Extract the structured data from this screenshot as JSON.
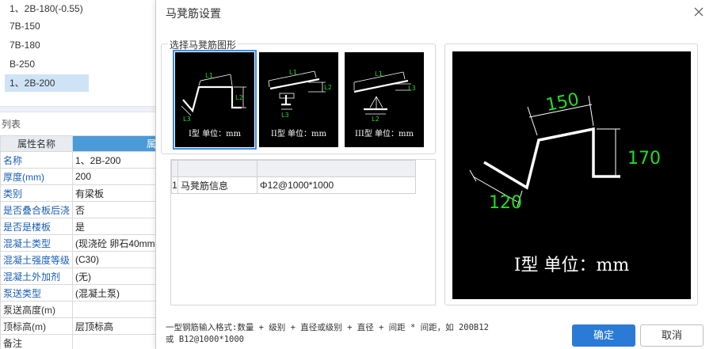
{
  "floor_list": [
    {
      "label": "1、2B-180(-0.55)",
      "selected": false
    },
    {
      "label": "7B-150",
      "selected": false
    },
    {
      "label": "7B-180",
      "selected": false
    },
    {
      "label": "B-250",
      "selected": false
    },
    {
      "label": "1、2B-200",
      "selected": true
    }
  ],
  "property_panel": {
    "title": "列表",
    "header_name": "属性名称",
    "header_value": "属",
    "rows": [
      {
        "name": "名称",
        "value": "1、2B-200"
      },
      {
        "name": "厚度(mm)",
        "value": "200"
      },
      {
        "name": "类别",
        "value": "有梁板"
      },
      {
        "name": "是否叠合板后浇",
        "value": "否"
      },
      {
        "name": "是否是楼板",
        "value": "是"
      },
      {
        "name": "混凝土类型",
        "value": "(现浇砼 卵石40mm"
      },
      {
        "name": "混凝土强度等级",
        "value": "(C30)"
      },
      {
        "name": "混凝土外加剂",
        "value": "(无)"
      },
      {
        "name": "泵送类型",
        "value": "(混凝土泵)"
      },
      {
        "name": "泵送高度(m)",
        "value": ""
      },
      {
        "name": "顶标高(m)",
        "value": "层顶标高"
      },
      {
        "name": "备注",
        "value": ""
      }
    ]
  },
  "dialog": {
    "title": "马凳筋设置",
    "shape_group_label": "选择马凳筋图形",
    "shapes": [
      {
        "caption": "I型 单位：mm",
        "labels": [
          "L1",
          "L2",
          "L3"
        ],
        "selected": true
      },
      {
        "caption": "II型 单位：mm",
        "labels": [
          "L1",
          "L2",
          "L3"
        ],
        "selected": false
      },
      {
        "caption": "III型 单位：mm",
        "labels": [
          "L1",
          "L3",
          "L2"
        ],
        "selected": false
      }
    ],
    "info_table": {
      "rows": [
        {
          "index": "1",
          "name": "马凳筋信息",
          "value": "Φ12@1000*1000"
        }
      ]
    },
    "preview": {
      "dim_top": "150",
      "dim_right": "170",
      "dim_left": "120",
      "caption": "I型 单位：mm",
      "dim_color": "#22dd22",
      "line_color": "#ffffff"
    },
    "hint_line1": "一型钢筋输入格式:数量 + 级别 + 直径或级别 + 直径 + 间距 * 间距，如 200B12",
    "hint_line2": "或 B12@1000*1000",
    "ok_label": "确定",
    "cancel_label": "取消"
  }
}
